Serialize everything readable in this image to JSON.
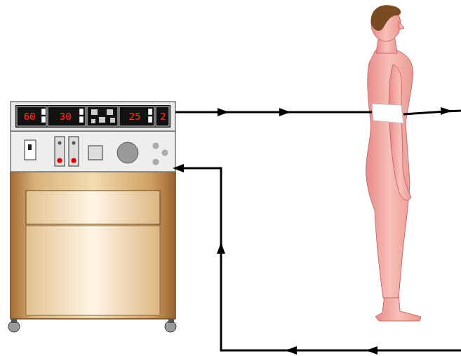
{
  "diagram": {
    "labels": [
      "60",
      "30",
      "25",
      "2"
    ]
  }
}
